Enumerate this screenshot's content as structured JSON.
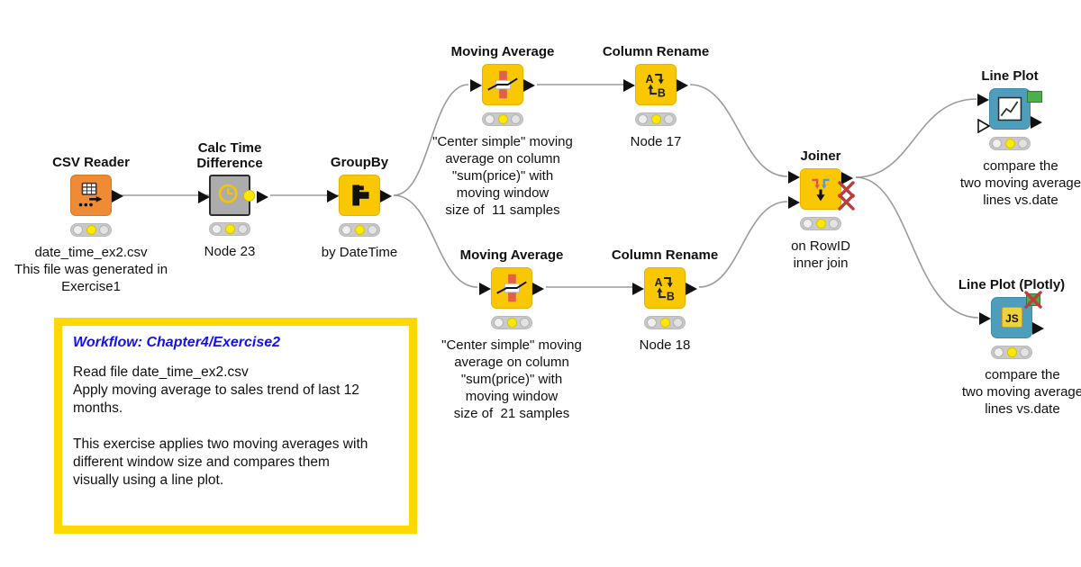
{
  "app": {
    "name": "KNIME workflow canvas"
  },
  "colors": {
    "node_yellow": "#F9C802",
    "node_orange": "#EE8B34",
    "node_gray": "#ACACAC",
    "node_teal": "#4E9DBB",
    "port_green": "#4CAE4F",
    "status_yellow": "#FFE900",
    "connection": "#9B9B9B",
    "cross_red": "#C23B3B",
    "annotation_border": "#FFD800",
    "annotation_title": "#1212EE"
  },
  "nodes": {
    "csv_reader": {
      "title": "CSV Reader",
      "comment": "date_time_ex2.csv\nThis file was generated in\nExercise1",
      "status": "configured"
    },
    "calc_time": {
      "title": "Calc Time\nDifference",
      "comment": "Node 23",
      "status": "configured"
    },
    "groupby": {
      "title": "GroupBy",
      "comment": "by DateTime",
      "status": "configured"
    },
    "moving_avg_1": {
      "title": "Moving Average",
      "comment": "\"Center simple\" moving\naverage on column\n\"sum(price)\" with\nmoving window\nsize of  11 samples",
      "status": "configured"
    },
    "column_rename_1": {
      "title": "Column Rename",
      "comment": "Node 17",
      "status": "configured"
    },
    "moving_avg_2": {
      "title": "Moving Average",
      "comment": "\"Center simple\" moving\naverage on column\n\"sum(price)\" with\nmoving window\nsize of  21 samples",
      "status": "configured"
    },
    "column_rename_2": {
      "title": "Column Rename",
      "comment": "Node 18",
      "status": "configured"
    },
    "joiner": {
      "title": "Joiner",
      "comment": "on RowID\ninner join",
      "status": "configured"
    },
    "line_plot": {
      "title": "Line Plot",
      "comment": "compare the\ntwo moving average\nlines vs.date",
      "status": "configured"
    },
    "line_plot_plotly": {
      "title": "Line Plot (Plotly)",
      "comment": "compare the\ntwo moving average\nlines vs.date",
      "status": "configured"
    }
  },
  "icons": {
    "csv_reader": "table-export-icon",
    "calc_time": "clock-icon",
    "groupby": "group-rows-icon",
    "moving_average": "column-smoothing-icon",
    "column_rename": "rename-a-to-b-icon",
    "joiner": "merge-arrows-icon",
    "line_plot": "line-chart-icon",
    "line_plot_plotly": "javascript-icon",
    "status": "traffic-light-indicator",
    "disabled_port": "red-cross-icon"
  },
  "annotation": {
    "title": "Workflow: Chapter4/Exercise2",
    "body": "Read file date_time_ex2.csv\nApply moving average to sales trend of last 12\nmonths.\n\nThis exercise applies two moving averages with\ndifferent window size and compares them\nvisually using a line plot."
  }
}
